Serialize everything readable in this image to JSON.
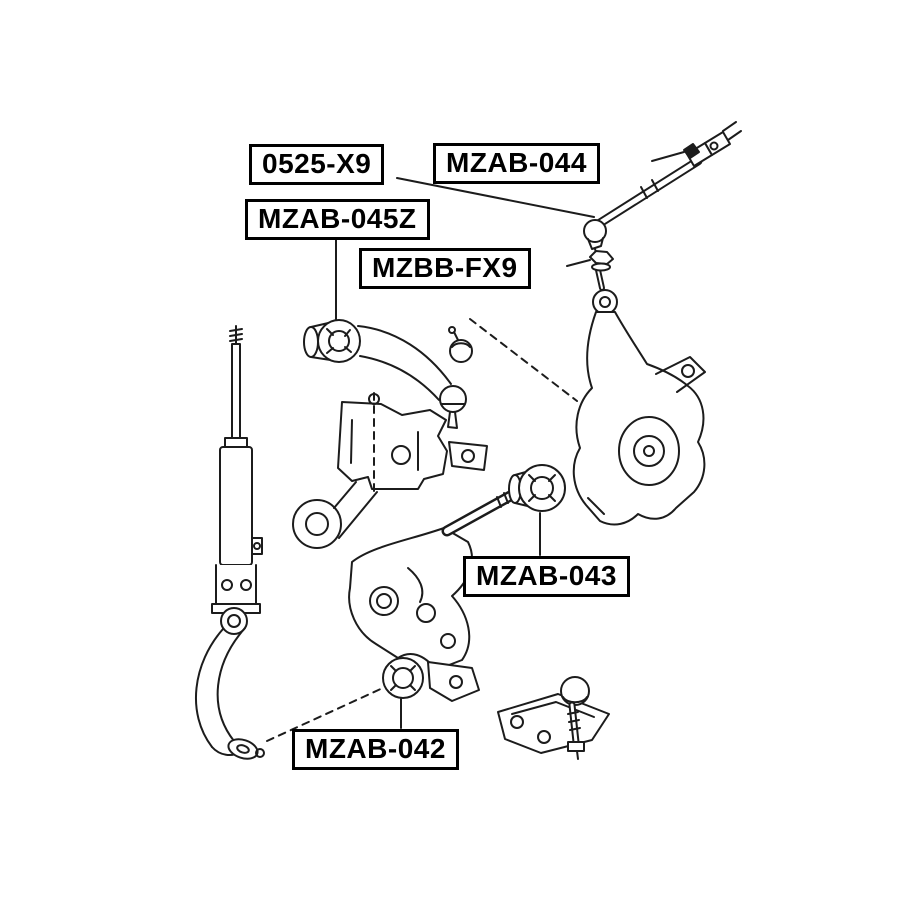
{
  "diagram": {
    "kind": "auto-suspension-parts-diagram",
    "background_color": "#ffffff",
    "line_color": "#1c1c1c",
    "label_border_color": "#000000",
    "labels": [
      {
        "id": "0525-x9",
        "text": "0525-X9"
      },
      {
        "id": "mzab-044",
        "text": "MZAB-044"
      },
      {
        "id": "mzab-045z",
        "text": "MZAB-045Z"
      },
      {
        "id": "mzbb-fx9",
        "text": "MZBB-FX9"
      },
      {
        "id": "mzab-043",
        "text": "MZAB-043"
      },
      {
        "id": "mzab-042",
        "text": "MZAB-042"
      }
    ],
    "parts": [
      "shock-absorber-strut",
      "stabilizer-link",
      "upper-control-arm",
      "upper-arm-bushing",
      "control-arm-bracket",
      "lower-control-arm",
      "lower-arm-front-bushing",
      "lower-arm-rear-bushing",
      "steering-knuckle",
      "tie-rod-assembly",
      "tie-rod-end-nut",
      "tie-rod-clevis-pin",
      "ball-joint-plate"
    ]
  }
}
